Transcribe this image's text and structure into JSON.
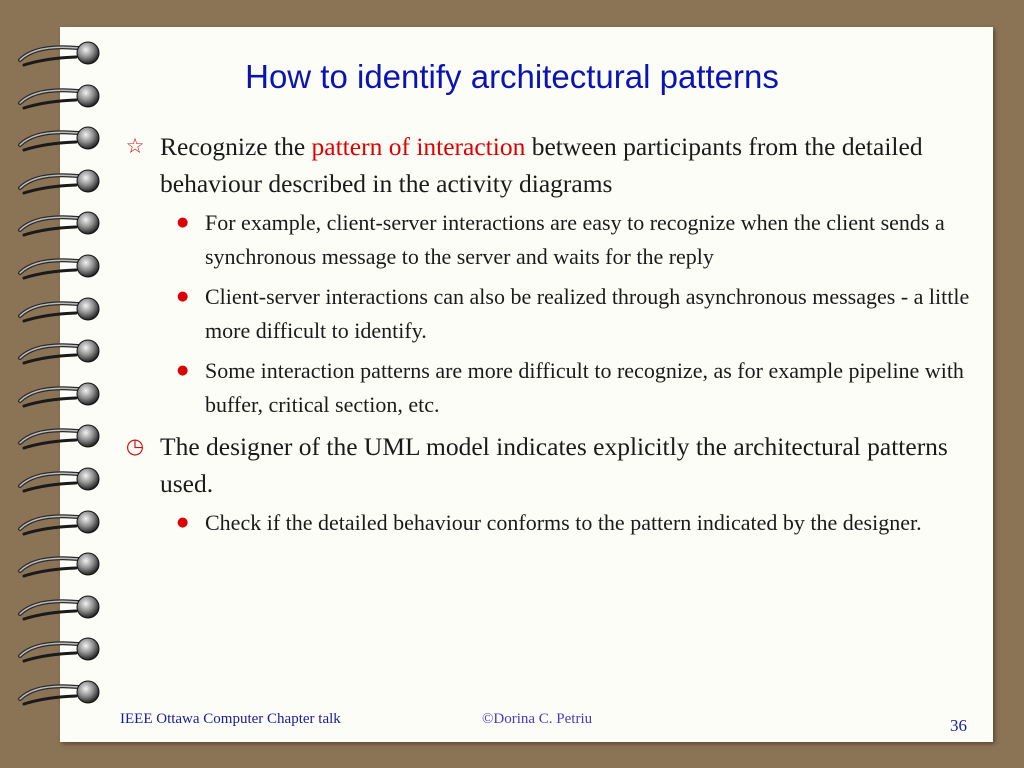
{
  "slide": {
    "title": "How to identify architectural patterns",
    "bullets": [
      {
        "marker_icon": "star-outline-icon",
        "text_before": "Recognize the ",
        "highlight": "pattern of interaction",
        "text_after": " between participants from the detailed behaviour described in the activity diagrams",
        "highlight_color": "#e00000",
        "subs": [
          "For example, client-server interactions are easy to recognize when the client sends a synchronous message to the server and waits for the reply",
          "Client-server interactions can also be realized through asynchronous messages - a little more difficult to identify.",
          "Some interaction patterns are more difficult to recognize, as for example pipeline with buffer, critical section, etc."
        ]
      },
      {
        "marker_icon": "clock-icon",
        "text": "The designer of the UML model indicates explicitly the architectural patterns used.",
        "subs": [
          "Check if the detailed behaviour conforms to the pattern indicated by the designer."
        ]
      }
    ]
  },
  "footer": {
    "left": "IEEE Ottawa Computer Chapter talk",
    "center": "©Dorina C. Petriu",
    "page_number": "36"
  },
  "colors": {
    "background": "#8b7355",
    "title": "#0a14b4",
    "bullet_marker": "#dd0000"
  }
}
